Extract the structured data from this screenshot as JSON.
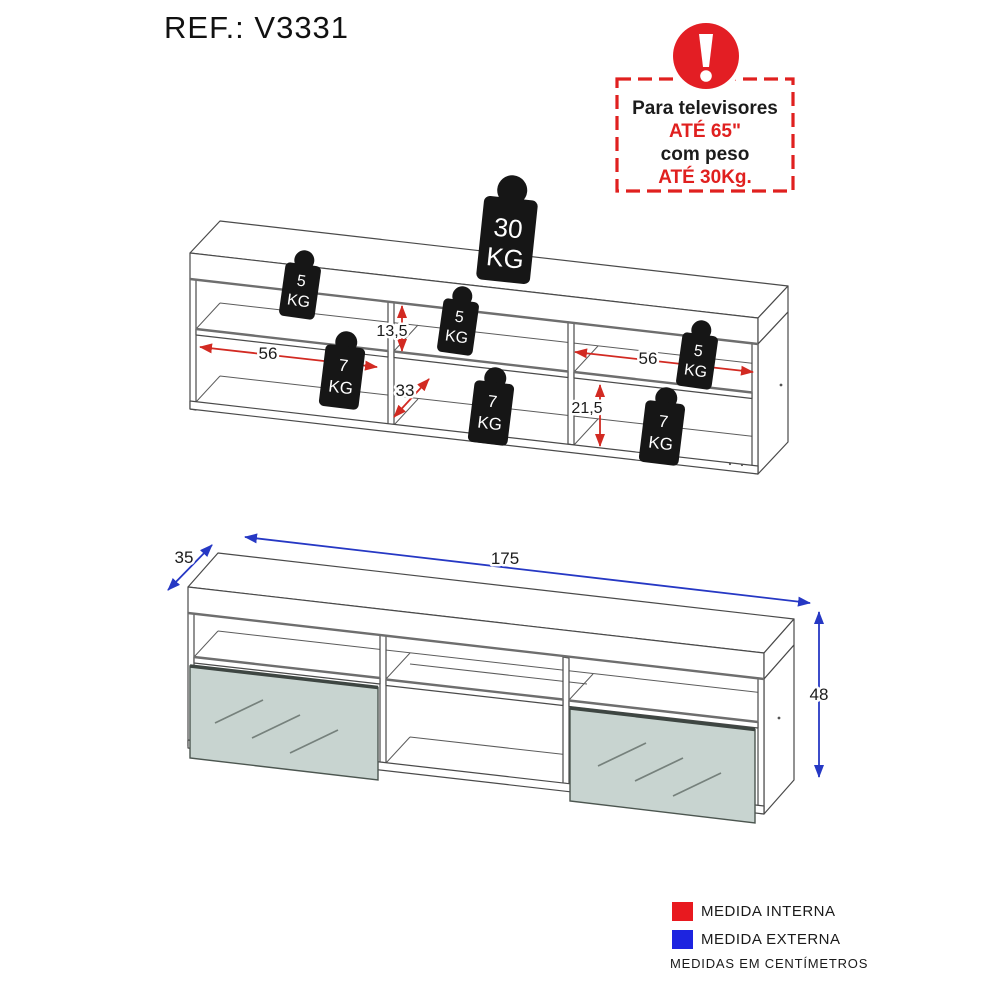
{
  "page": {
    "title": "REF.: V3331"
  },
  "warning": {
    "line1": "Para televisores",
    "line2": "ATÉ 65\"",
    "line3": "com peso",
    "line4": "ATÉ 30Kg.",
    "accent_color": "#e0201f",
    "icon": "exclamation-circle"
  },
  "weights": {
    "top": {
      "value": "30",
      "unit": "KG"
    },
    "shelf": {
      "value": "5",
      "unit": "KG"
    },
    "base": {
      "value": "7",
      "unit": "KG"
    }
  },
  "dimensions": {
    "internal": {
      "color": "#d22a22",
      "left_width": "56",
      "right_width": "56",
      "top_row_height": "13,5",
      "middle_depth": "33",
      "bottom_row_height": "21,5"
    },
    "external": {
      "color": "#2638c4",
      "width": "175",
      "depth": "35",
      "height": "48"
    }
  },
  "legend": {
    "internal_label": "MEDIDA INTERNA",
    "internal_color": "#e8191f",
    "external_label": "MEDIDA EXTERNA",
    "external_color": "#1d24e0",
    "note": "MEDIDAS EM CENTÍMETROS"
  }
}
